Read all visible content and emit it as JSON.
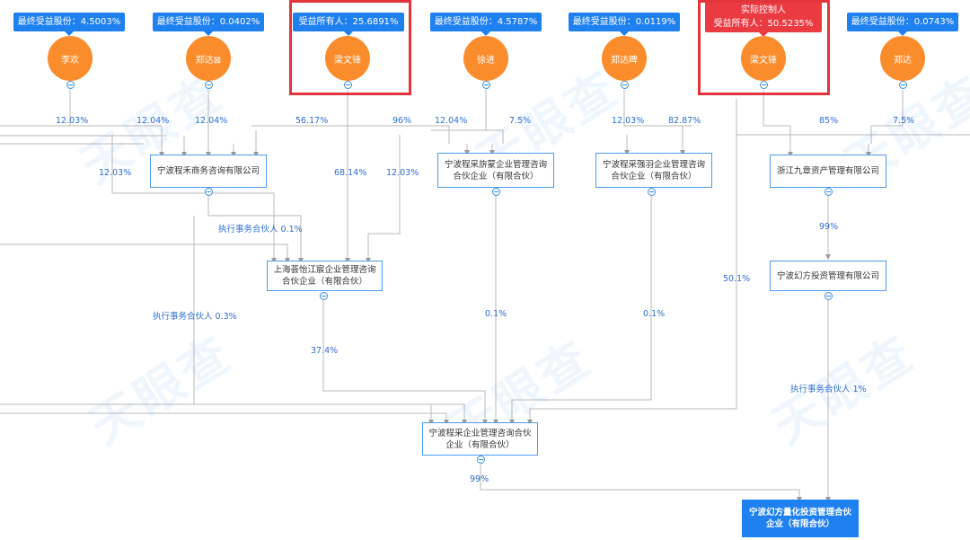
{
  "watermarks": [
    "天眼查",
    "天眼查",
    "天眼查",
    "天眼查",
    "天眼查",
    "天眼查"
  ],
  "people": [
    {
      "id": "p1",
      "name": "李欢",
      "tag": "最终受益股份：4.5003%"
    },
    {
      "id": "p2",
      "name": "郑达⊠",
      "tag": "最终受益股份：0.0402%"
    },
    {
      "id": "p3",
      "name": "梁文锋",
      "tag": "受益所有人：25.6891%"
    },
    {
      "id": "p4",
      "name": "徐进",
      "tag": "最终受益股份：4.5787%"
    },
    {
      "id": "p5",
      "name": "郑达睥",
      "tag": "最终受益股份：0.0119%"
    },
    {
      "id": "p6",
      "name": "梁文锋",
      "tag_line1": "实际控制人",
      "tag_line2": "受益所有人：50.5235%"
    },
    {
      "id": "p7",
      "name": "郑达",
      "tag": "最终受益股份：0.0743%"
    }
  ],
  "companies": {
    "c1": "宁波程禾商务咨询有限公司",
    "c2": "宁波程采旂蒙企业管理咨询合伙企业（有限合伙）",
    "c3": "宁波程采强羽企业管理咨询合伙企业（有限合伙）",
    "c4": "浙江九章资产管理有限公司",
    "c5": "上海荟怡江宸企业管理咨询合伙企业（有限合伙）",
    "c6": "宁波幻方投资管理有限公司",
    "c7": "宁波程采企业管理咨询合伙企业（有限合伙）",
    "c8": "宁波幻方量化投资管理合伙企业（有限合伙）"
  },
  "percentages": {
    "a1": "12.03%",
    "a2": "12.04%",
    "a3": "12.04%",
    "a4": "56.17%",
    "a5": "96%",
    "a6": "12.04%",
    "a7": "7.5%",
    "a8": "12.03%",
    "a9": "82.87%",
    "a10": "85%",
    "a11": "7.5%",
    "a12": "12.03%",
    "a13": "68.14%",
    "a14": "12.03%",
    "a15": "执行事务合伙人 0.1%",
    "a16": "99%",
    "a17": "50.1%",
    "a18": "执行事务合伙人 0.3%",
    "a19": "0.1%",
    "a20": "0.1%",
    "a21": "37.4%",
    "a22": "执行事务合伙人 1%",
    "a23": "99%"
  },
  "colors": {
    "accent": "#1f80f0",
    "person": "#fb8c2c",
    "highlight": "#e3343c",
    "line": "#b9b9b9"
  }
}
